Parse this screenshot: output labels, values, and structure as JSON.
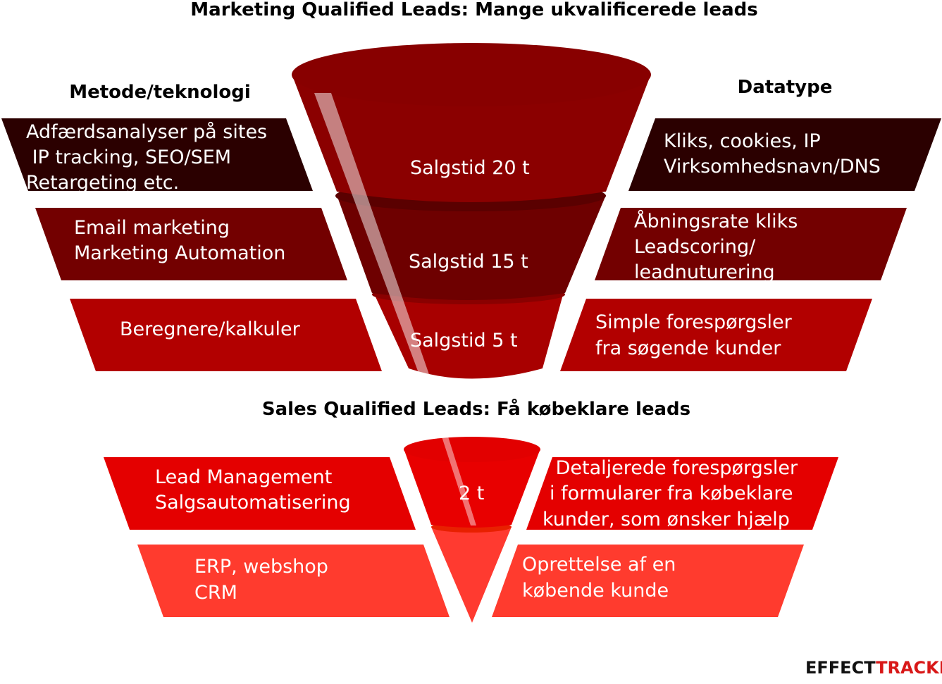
{
  "titles": {
    "mql": "Marketing Qualified Leads: Mange ukvalificerede leads",
    "sql": "Sales Qualified Leads: Få købeklare leads"
  },
  "headers": {
    "left": "Metode/teknologi",
    "right": "Datatype"
  },
  "left_boxes": [
    [
      "Adfærdsanalyser på sites",
      " IP tracking, SEO/SEM",
      "Retargeting etc."
    ],
    [
      "Email marketing",
      "Marketing Automation"
    ],
    [
      "Beregnere/kalkuler"
    ],
    [
      "Lead Management",
      "Salgsautomatisering"
    ],
    [
      "ERP, webshop",
      "CRM"
    ]
  ],
  "right_boxes": [
    [
      "Kliks, cookies, IP",
      "Virksomhedsnavn/DNS"
    ],
    [
      "Åbningsrate kliks",
      "Leadscoring/",
      "leadnuturering"
    ],
    [
      "Simple forespørgsler",
      "fra søgende kunder"
    ],
    [
      " Detaljerede forespørgsler",
      "i formularer fra købeklare",
      "kunder, som ønsker hjælp"
    ],
    [
      "Oprettelse af en",
      "købende kunde"
    ]
  ],
  "funnel_labels": [
    "Salgstid 20 t",
    "Salgstid 15 t",
    "Salgstid 5 t",
    "2 t"
  ],
  "colors": {
    "tier1": "#2b0000",
    "tier2": "#730000",
    "tier3": "#b20000",
    "tier4": "#e40000",
    "tier5": "#ff3b2e",
    "funnel_top": "#8b0000",
    "funnel_mid": "#6e0000",
    "funnel_low": "#a80000",
    "funnel_small": "#e80000",
    "funnel_tip": "#ff3a30"
  },
  "logo": {
    "part1": "EFFECT",
    "part2": "TRACKER"
  }
}
